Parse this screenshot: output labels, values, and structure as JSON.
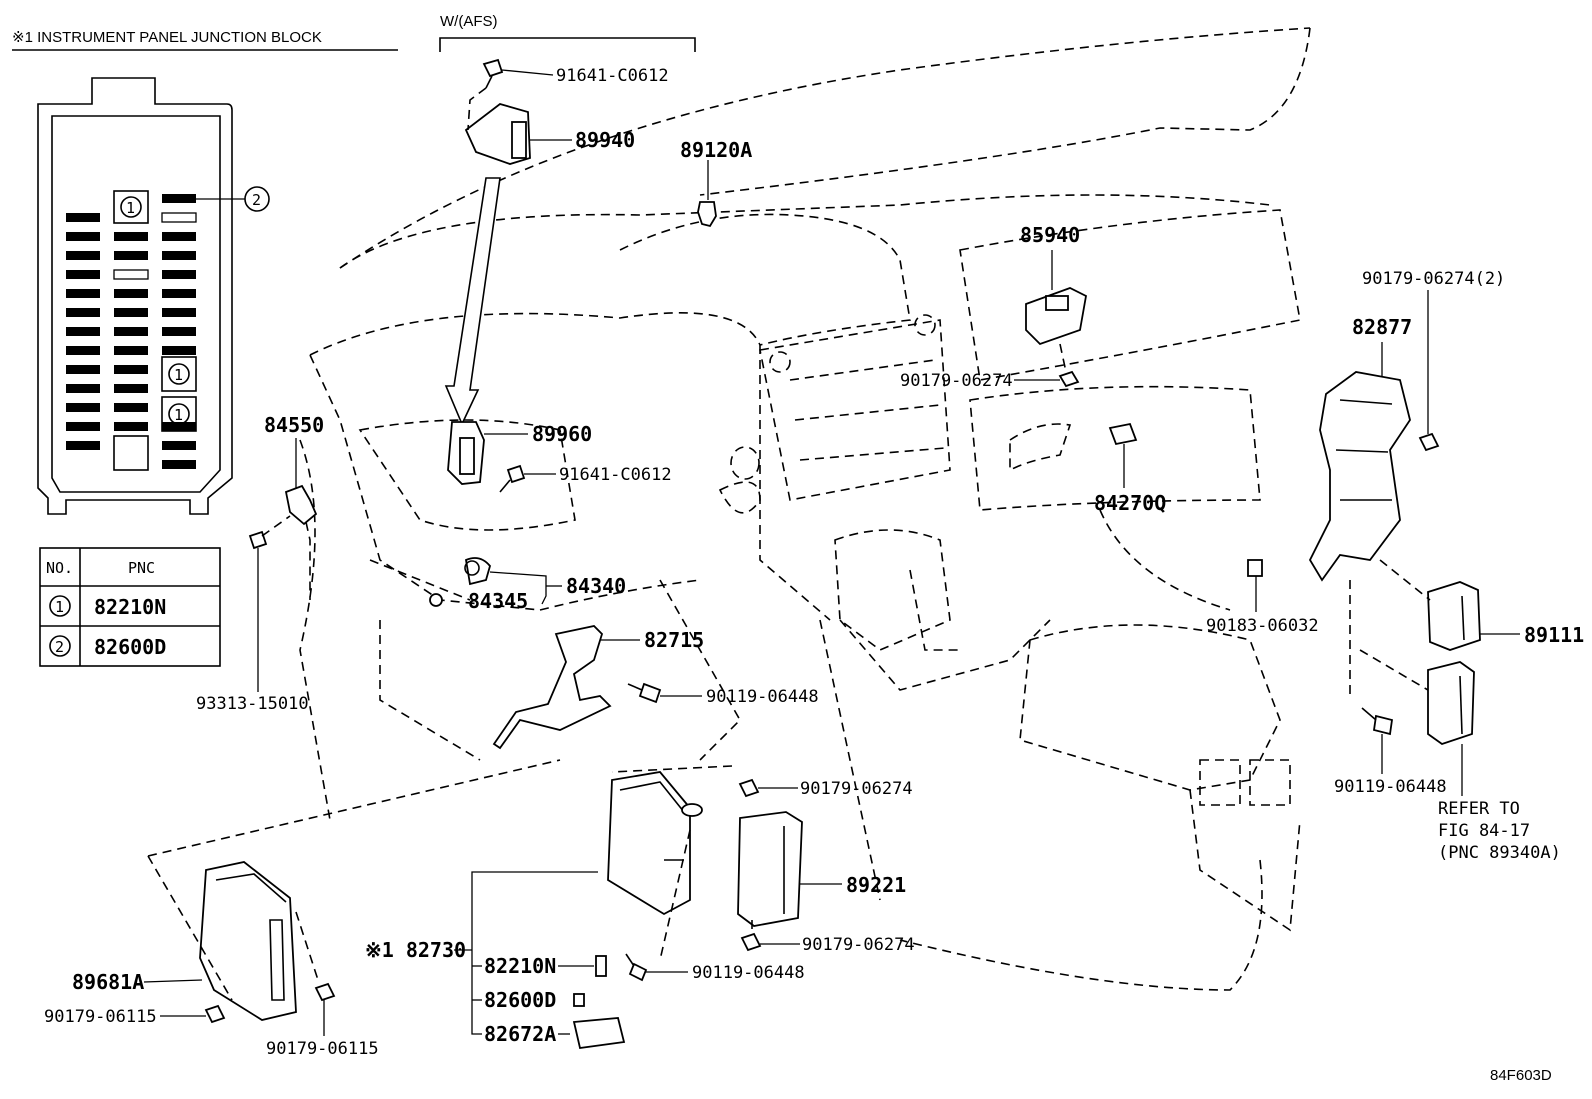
{
  "header": {
    "junction_block_title": "※1 INSTRUMENT PANEL JUNCTION BLOCK",
    "afs_variant": "W/(AFS)"
  },
  "pnc_table": {
    "col_no": "NO.",
    "col_pnc": "PNC",
    "rows": [
      {
        "no": "1",
        "pnc": "82210N"
      },
      {
        "no": "2",
        "pnc": "82600D"
      }
    ]
  },
  "fuse_markers": {
    "one": "1",
    "two": "2"
  },
  "callouts": {
    "p91641_top": "91641-C0612",
    "p89940": "89940",
    "p89120a": "89120A",
    "p85940": "85940",
    "p90179_06274_2": "90179-06274(2)",
    "p82877": "82877",
    "p90179_06274_mid": "90179-06274",
    "p84550": "84550",
    "p89960": "89960",
    "p91641_mid": "91641-C0612",
    "p84270q": "84270Q",
    "p84340": "84340",
    "p84345": "84345",
    "p82715": "82715",
    "p90183": "90183-06032",
    "p89111": "89111",
    "p93313": "93313-15010",
    "p90119_left": "90119-06448",
    "p90119_right": "90119-06448",
    "p90179_06274_upper": "90179-06274",
    "refer_line1": "REFER TO",
    "refer_line2": "FIG 84-17",
    "refer_line3": "(PNC 89340A)",
    "p89221": "89221",
    "p82730": "※1 82730",
    "p82210n": "82210N",
    "p82600d": "82600D",
    "p82672a": "82672A",
    "p90119_bottom": "90119-06448",
    "p90179_06274_lower": "90179-06274",
    "p89681a": "89681A",
    "p90179_06115_left": "90179-06115",
    "p90179_06115_right": "90179-06115"
  },
  "figure_code": "84F603D"
}
